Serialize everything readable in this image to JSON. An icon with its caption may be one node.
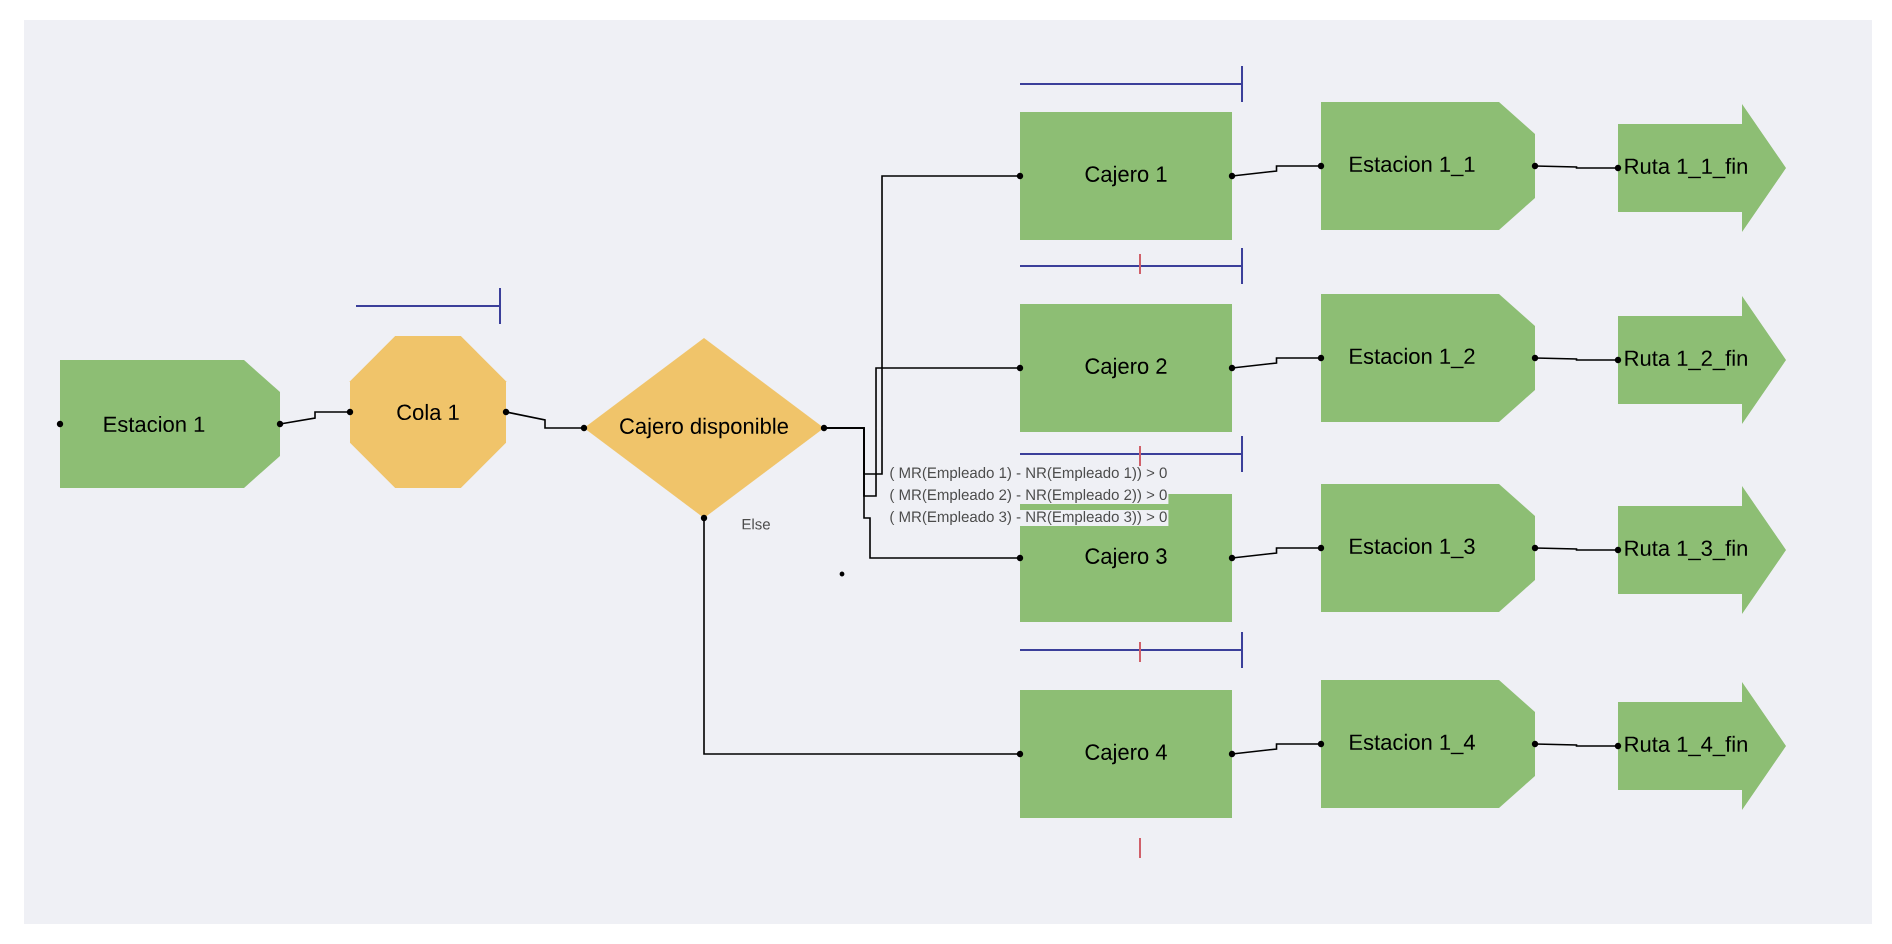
{
  "diagram": {
    "nodes": [
      {
        "text": [
          "Estacion 1"
        ]
      },
      {
        "text": [
          "Cola 1"
        ]
      },
      {
        "text": [
          "Cajero disponible"
        ]
      },
      {
        "text": [
          "Cajero 1"
        ]
      },
      {
        "text": [
          "Estacion 1_1"
        ]
      },
      {
        "text": [
          "Ruta 1_1_fin"
        ]
      },
      {
        "text": [
          "Cajero 2"
        ]
      },
      {
        "text": [
          "Estacion 1_2"
        ]
      },
      {
        "text": [
          "Ruta 1_2_fin"
        ]
      },
      {
        "text": [
          "Cajero 3"
        ]
      },
      {
        "text": [
          "Estacion 1_3"
        ]
      },
      {
        "text": [
          "Ruta 1_3_fin"
        ]
      },
      {
        "text": [
          "Cajero 4"
        ]
      },
      {
        "text": [
          "Estacion 1_4"
        ]
      },
      {
        "text": [
          "Ruta 1_4_fin"
        ]
      }
    ],
    "edges": [
      {
        "from": 0,
        "to": 1,
        "arrow": "none"
      },
      {
        "from": 1,
        "to": 2,
        "arrow": "none"
      },
      {
        "from": 2,
        "to": 3,
        "arrow": "none",
        "label": "( MR(Empleado 1) - NR(Empleado 1)) > 0"
      },
      {
        "from": 2,
        "to": 6,
        "arrow": "none",
        "label": "( MR(Empleado 2) - NR(Empleado 2)) > 0"
      },
      {
        "from": 2,
        "to": 9,
        "arrow": "none",
        "label": "( MR(Empleado 3) - NR(Empleado 3)) > 0"
      },
      {
        "from": 2,
        "to": 12,
        "arrow": "none",
        "label": "Else"
      },
      {
        "from": 3,
        "to": 4,
        "arrow": "none"
      },
      {
        "from": 4,
        "to": 5,
        "arrow": "none"
      },
      {
        "from": 6,
        "to": 7,
        "arrow": "none"
      },
      {
        "from": 7,
        "to": 8,
        "arrow": "none"
      },
      {
        "from": 9,
        "to": 10,
        "arrow": "none"
      },
      {
        "from": 10,
        "to": 11,
        "arrow": "none"
      },
      {
        "from": 12,
        "to": 13,
        "arrow": "none"
      },
      {
        "from": 13,
        "to": 14,
        "arrow": "none"
      }
    ]
  }
}
